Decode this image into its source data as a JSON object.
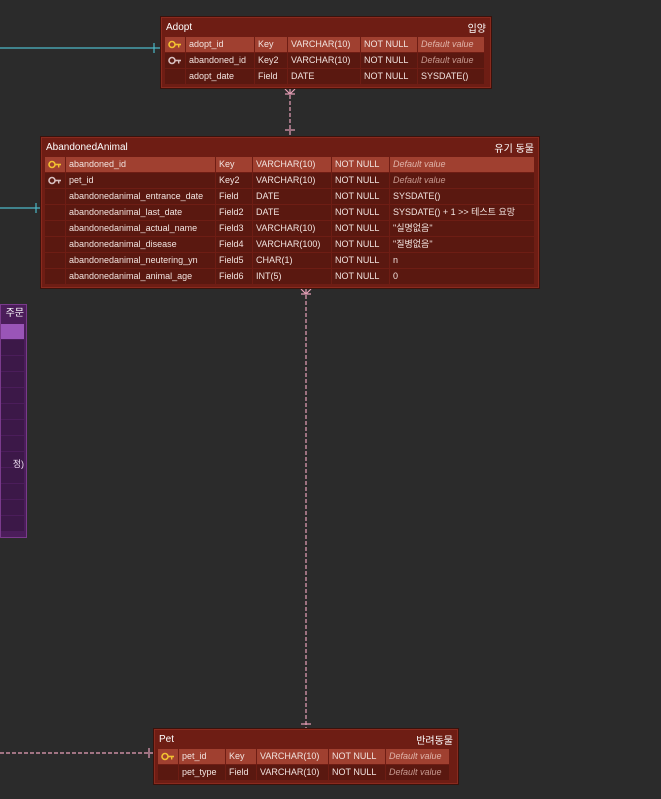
{
  "tables": {
    "adopt": {
      "name": "Adopt",
      "comment": "입양",
      "rows": [
        {
          "name": "adopt_id",
          "key": "Key",
          "type": "VARCHAR(10)",
          "nullability": "NOT NULL",
          "default": "Default value"
        },
        {
          "name": "abandoned_id",
          "key": "Key2",
          "type": "VARCHAR(10)",
          "nullability": "NOT NULL",
          "default": "Default value"
        },
        {
          "name": "adopt_date",
          "key": "Field",
          "type": "DATE",
          "nullability": "NOT NULL",
          "default": "SYSDATE()"
        }
      ]
    },
    "abandoned": {
      "name": "AbandonedAnimal",
      "comment": "유기 동물",
      "rows": [
        {
          "name": "abandoned_id",
          "key": "Key",
          "type": "VARCHAR(10)",
          "nullability": "NOT NULL",
          "default": "Default value"
        },
        {
          "name": "pet_id",
          "key": "Key2",
          "type": "VARCHAR(10)",
          "nullability": "NOT NULL",
          "default": "Default value"
        },
        {
          "name": "abandonedanimal_entrance_date",
          "key": "Field",
          "type": "DATE",
          "nullability": "NOT NULL",
          "default": "SYSDATE()"
        },
        {
          "name": "abandonedanimal_last_date",
          "key": "Field2",
          "type": "DATE",
          "nullability": "NOT NULL",
          "default": "SYSDATE() + 1 >> 테스트 요망"
        },
        {
          "name": "abandonedanimal_actual_name",
          "key": "Field3",
          "type": "VARCHAR(10)",
          "nullability": "NOT NULL",
          "default": "\"실명없음\""
        },
        {
          "name": "abandonedanimal_disease",
          "key": "Field4",
          "type": "VARCHAR(100)",
          "nullability": "NOT NULL",
          "default": "\"질병없음\""
        },
        {
          "name": "abandonedanimal_neutering_yn",
          "key": "Field5",
          "type": "CHAR(1)",
          "nullability": "NOT NULL",
          "default": "n"
        },
        {
          "name": "abandonedanimal_animal_age",
          "key": "Field6",
          "type": "INT(5)",
          "nullability": "NOT NULL",
          "default": "0"
        }
      ]
    },
    "pet": {
      "name": "Pet",
      "comment": "반려동물",
      "rows": [
        {
          "name": "pet_id",
          "key": "Key",
          "type": "VARCHAR(10)",
          "nullability": "NOT NULL",
          "default": "Default value"
        },
        {
          "name": "pet_type",
          "key": "Field",
          "type": "VARCHAR(10)",
          "nullability": "NOT NULL",
          "default": "Default value"
        }
      ]
    }
  },
  "side_panel": {
    "title": "주문",
    "fragment": "정)"
  },
  "colors": {
    "background": "#2b2b2b",
    "table": "#6e1d14",
    "primary_row": "#a04030",
    "relation_pink": "#e8a0b8",
    "relation_cyan": "#4cb8c8",
    "side_panel": "#4b1d5a"
  }
}
